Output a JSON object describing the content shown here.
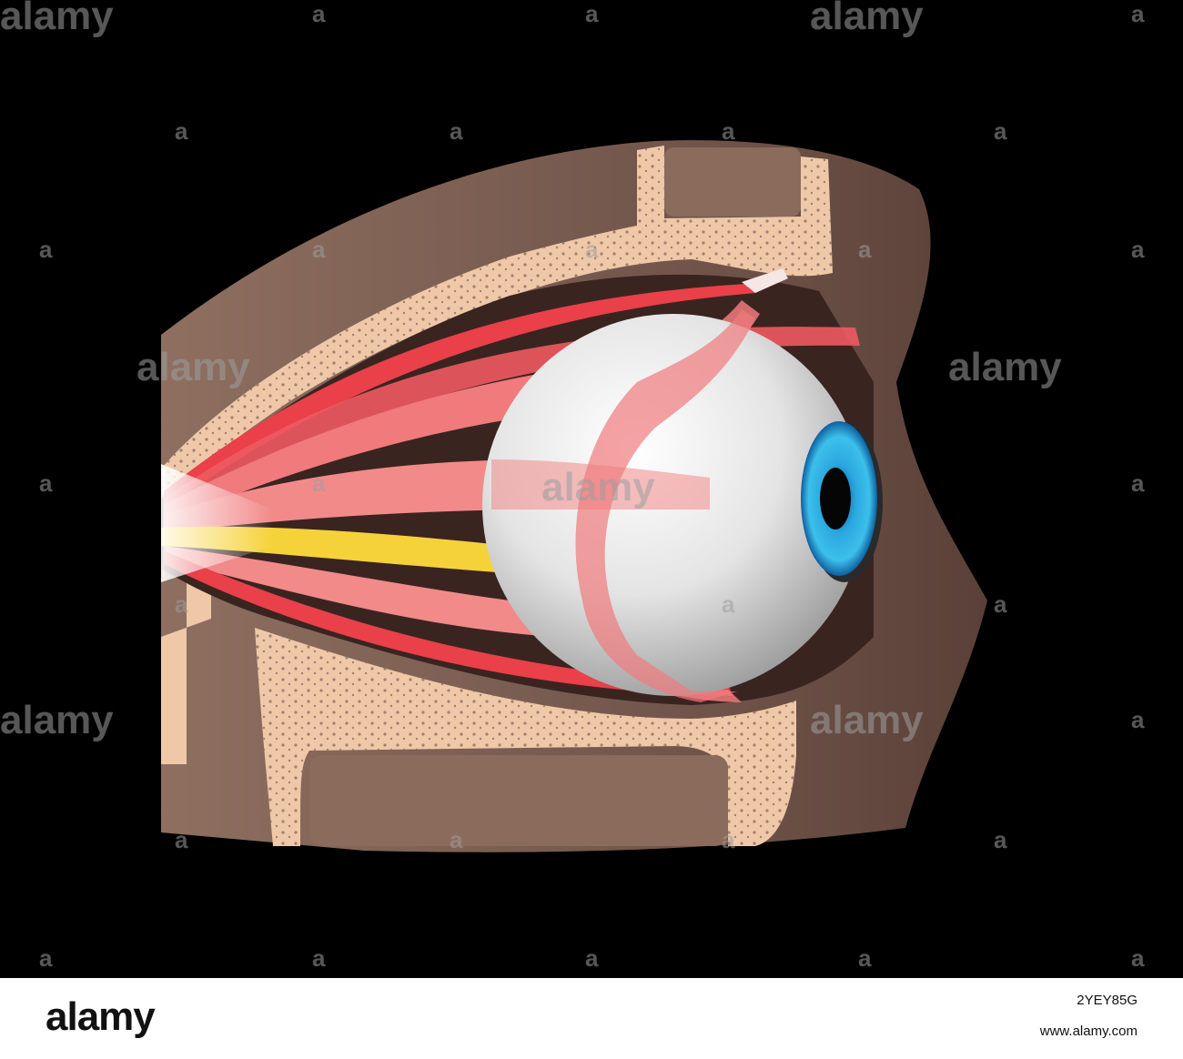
{
  "watermark": {
    "word": "alamy",
    "letter": "a"
  },
  "footer": {
    "logo": "alamy",
    "image_id": "2YEY85G",
    "url": "www.alamy.com"
  },
  "colors": {
    "background": "#000000",
    "tissue": "#8a6b5c",
    "tissue_dark": "#5a4038",
    "bone": "#efc8a8",
    "bone_pore": "#a08070",
    "muscle": "#e9404a",
    "muscle_light": "#f6b1b0",
    "nerve": "#f6d23a",
    "sclera": "#dedede",
    "iris": "#2e9fd8",
    "pupil": "#050505"
  }
}
